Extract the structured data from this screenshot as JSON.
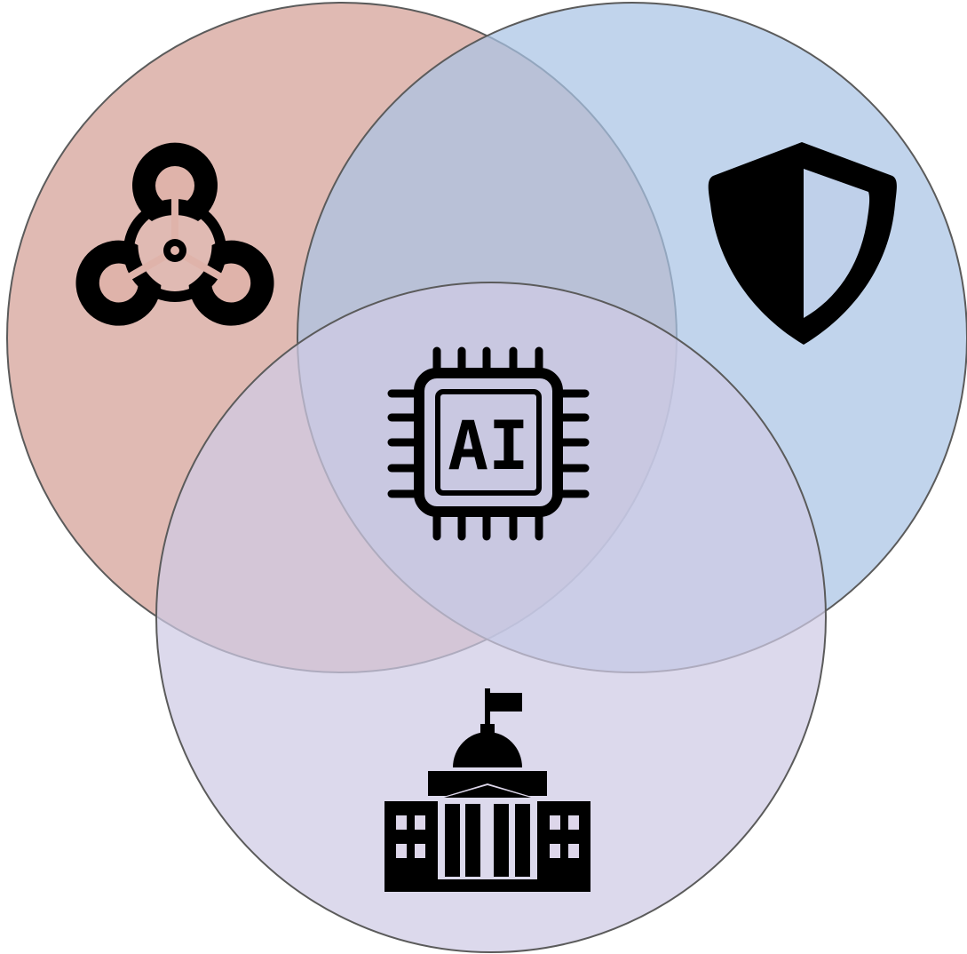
{
  "diagram": {
    "type": "venn",
    "circles": [
      {
        "name": "biohazard",
        "icon": "biohazard-icon",
        "color": "#d6a39a"
      },
      {
        "name": "security",
        "icon": "shield-icon",
        "color": "#a9c4e5"
      },
      {
        "name": "government",
        "icon": "government-building-icon",
        "color": "#cfcbe4"
      }
    ],
    "center": {
      "icon": "ai-chip-icon",
      "label": "AI"
    },
    "colors": {
      "stroke": "#5b5b5b",
      "icon": "#000000",
      "background": "#ffffff"
    }
  }
}
